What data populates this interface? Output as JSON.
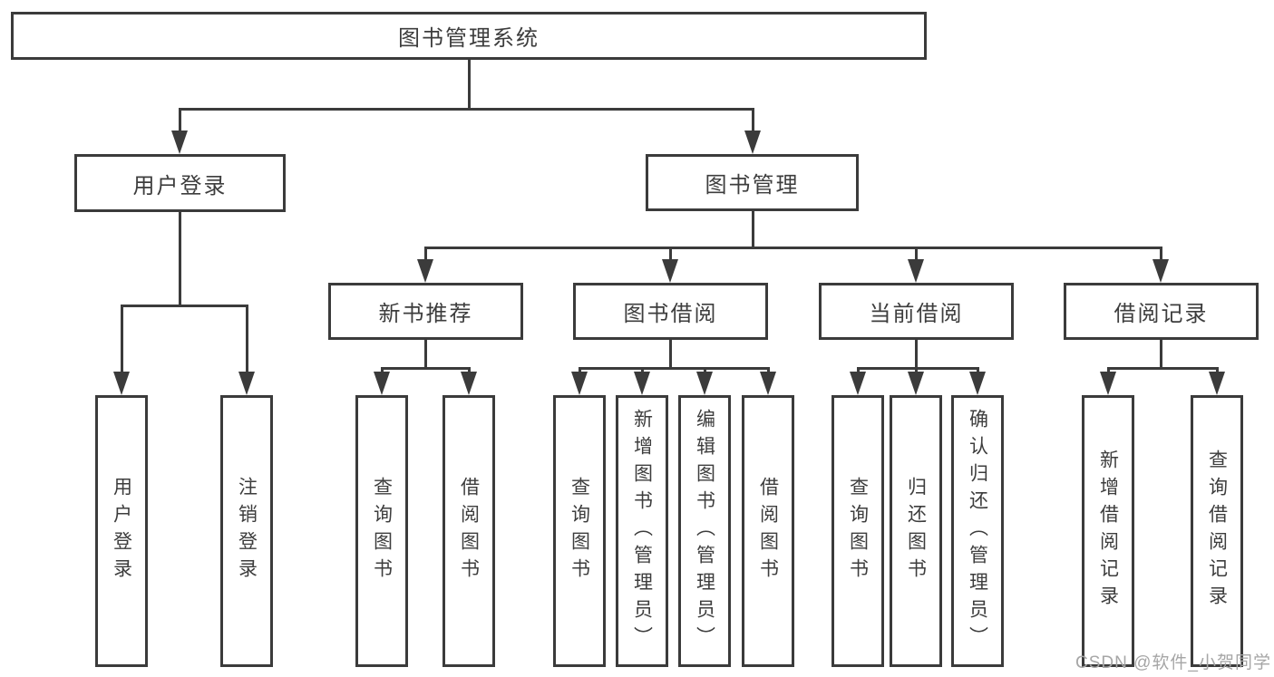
{
  "tree": {
    "label": "图书管理系统",
    "children": [
      {
        "label": "用户登录",
        "children": [
          {
            "label": "用户登录"
          },
          {
            "label": "注销登录"
          }
        ]
      },
      {
        "label": "图书管理",
        "children": [
          {
            "label": "新书推荐",
            "children": [
              {
                "label": "查询图书"
              },
              {
                "label": "借阅图书"
              }
            ]
          },
          {
            "label": "图书借阅",
            "children": [
              {
                "label": "查询图书"
              },
              {
                "label": "新增图书（管理员）"
              },
              {
                "label": "编辑图书（管理员）"
              },
              {
                "label": "借阅图书"
              }
            ]
          },
          {
            "label": "当前借阅",
            "children": [
              {
                "label": "查询图书"
              },
              {
                "label": "归还图书"
              },
              {
                "label": "确认归还（管理员）"
              }
            ]
          },
          {
            "label": "借阅记录",
            "children": [
              {
                "label": "新增借阅记录"
              },
              {
                "label": "查询借阅记录"
              }
            ]
          }
        ]
      }
    ]
  },
  "watermark": {
    "text": "CSDN @软件_小贺同学"
  },
  "colors": {
    "line": "#3b3b3b",
    "text": "#3d3d3d",
    "background": "#ffffff",
    "watermark": "#a6a6a6"
  }
}
